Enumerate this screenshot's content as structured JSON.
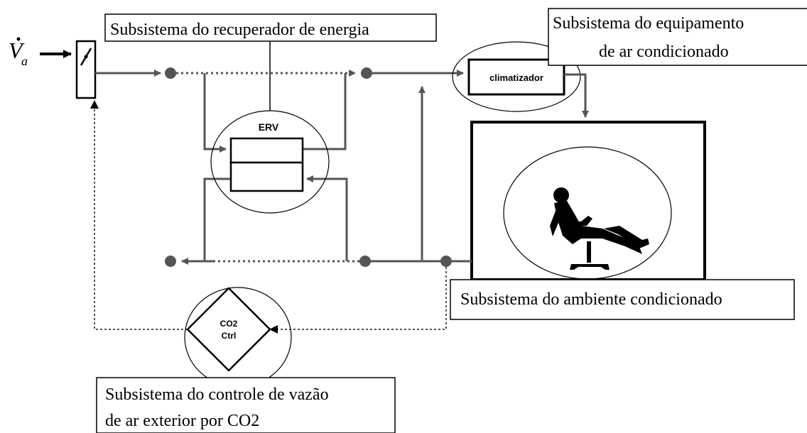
{
  "labels": {
    "energy_recovery_subsystem": "Subsistema do recuperador de energia",
    "ac_equipment_subsystem_line1": "Subsistema do equipamento",
    "ac_equipment_subsystem_line2": "de ar condicionado",
    "conditioned_space_subsystem": "Subsistema do ambiente condicionado",
    "co2_control_subsystem_line1": "Subsistema do controle de vazão",
    "co2_control_subsystem_line2": "de ar exterior por CO2"
  },
  "components": {
    "erv": "ERV",
    "air_conditioner": "climatizador",
    "co2_ctrl_line1": "CO2",
    "co2_ctrl_line2": "Ctrl",
    "outdoor_flow_symbol": "V",
    "outdoor_flow_subscript": "a"
  },
  "colors": {
    "line": "#555555",
    "ink": "#000000",
    "node": "#555555",
    "background": "#ffffff"
  }
}
